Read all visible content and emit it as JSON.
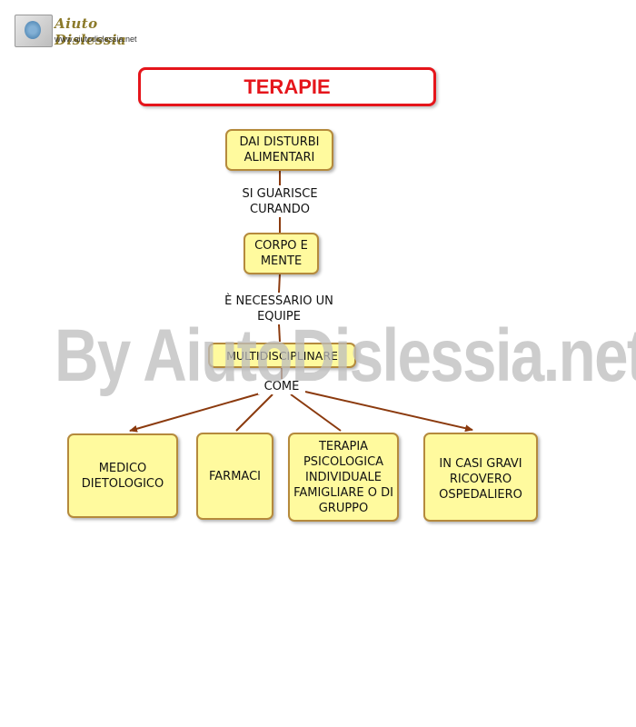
{
  "logo": {
    "title": "Aiuto Dislessia",
    "url": "www.aiutodislessia.net"
  },
  "title": "TERAPIE",
  "watermark": "By AiutoDislessia.net",
  "nodes": {
    "disturbi": "DAI DISTURBI ALIMENTARI",
    "corpo": "CORPO E MENTE",
    "multi": "MULTIDISCIPLINARE",
    "medico": "MEDICO DIETOLOGICO",
    "farmaci": "FARMACI",
    "terapia": "TERAPIA PSICOLOGICA INDIVIDUALE FAMIGLIARE O DI GRUPPO",
    "ricovero": "IN CASI GRAVI RICOVERO OSPEDALIERO"
  },
  "links": {
    "guarisce": "SI GUARISCE CURANDO",
    "necessario": "È NECESSARIO UN EQUIPE",
    "come": "COME"
  },
  "colors": {
    "title_border": "#e5151b",
    "node_fill": "#fffa9e",
    "node_border": "#b58a3c",
    "edge": "#8b3a0e"
  }
}
